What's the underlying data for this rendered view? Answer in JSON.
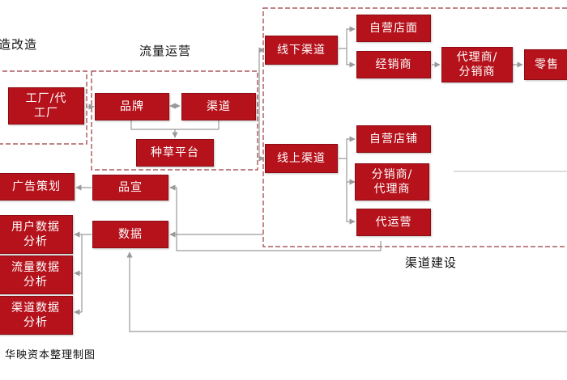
{
  "labels": {
    "section_left": "造改造",
    "section_traffic": "流量运营",
    "section_channel": "渠道建设",
    "source": "华映资本整理制图"
  },
  "nodes": {
    "factory": "工厂/代\n工厂",
    "brand": "品牌",
    "channel": "渠道",
    "seeding": "种草平台",
    "product": "品宣",
    "ad": "广告策划",
    "data": "数据",
    "user_data": "用户数据\n分析",
    "traffic_data": "流量数据\n分析",
    "channel_data": "渠道数据\n分析",
    "offline": "线下渠道",
    "online": "线上渠道",
    "self_store": "自营店面",
    "distributor": "经销商",
    "agent": "代理商/\n分销商",
    "retail": "零售",
    "self_shop": "自营店铺",
    "sub_agent": "分销商/\n代理商",
    "operator": "代运营"
  },
  "colors": {
    "box_fill": "#b5121b",
    "dashed": "#9a3b40",
    "connector": "#9a9a9a"
  }
}
